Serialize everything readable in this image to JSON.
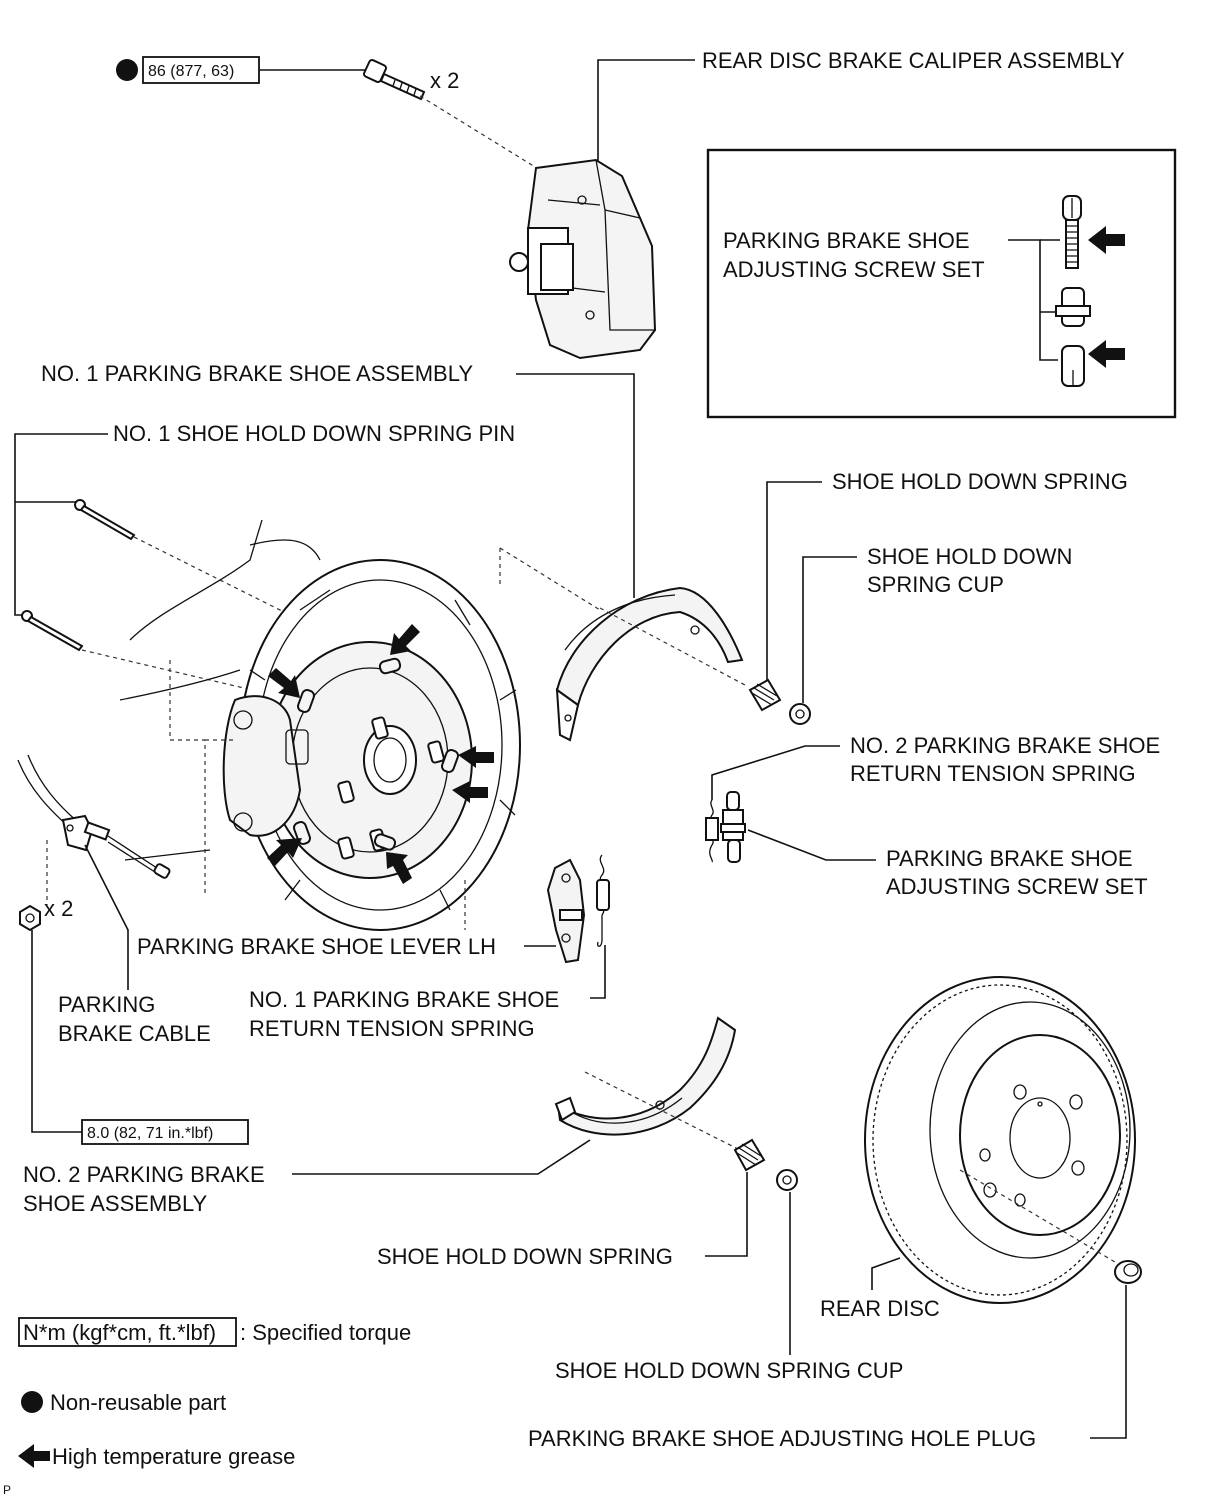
{
  "labels": {
    "caliper": "REAR DISC BRAKE CALIPER ASSEMBLY",
    "inset_screw_line1": "PARKING BRAKE SHOE",
    "inset_screw_line2": "ADJUSTING SCREW SET",
    "no1_shoe_assembly": "NO. 1 PARKING BRAKE SHOE ASSEMBLY",
    "no1_pin": "NO. 1 SHOE HOLD DOWN SPRING PIN",
    "hold_spring_top": "SHOE HOLD DOWN SPRING",
    "cup_top_line1": "SHOE HOLD DOWN",
    "cup_top_line2": "SPRING CUP",
    "no2_return_line1": "NO. 2 PARKING BRAKE SHOE",
    "no2_return_line2": "RETURN TENSION SPRING",
    "adj_screw_line1": "PARKING BRAKE SHOE",
    "adj_screw_line2": "ADJUSTING SCREW SET",
    "lever": "PARKING BRAKE SHOE LEVER LH",
    "cable_line1": "PARKING",
    "cable_line2": "BRAKE CABLE",
    "no1_return_line1": "NO. 1 PARKING BRAKE SHOE",
    "no1_return_line2": "RETURN TENSION SPRING",
    "no2_shoe_line1": "NO. 2 PARKING BRAKE",
    "no2_shoe_line2": "SHOE ASSEMBLY",
    "hold_spring_bottom": "SHOE HOLD DOWN SPRING",
    "rear_disc": "REAR DISC",
    "cup_bottom": "SHOE HOLD DOWN SPRING CUP",
    "hole_plug": "PARKING BRAKE SHOE ADJUSTING HOLE PLUG",
    "corner_mark": "P"
  },
  "torque": {
    "caliper_bolt": "86 (877, 63)",
    "cable_nut": "8.0 (82, 71 in.*lbf)"
  },
  "quantities": {
    "bolt_qty": "x 2",
    "nut_qty": "x 2"
  },
  "legend": {
    "torque_box": "N*m (kgf*cm, ft.*lbf)",
    "torque_text": ": Specified torque",
    "nonreusable": "Non-reusable part",
    "grease": "High temperature grease"
  },
  "icons": {
    "nonreusable": "filled-circle-icon",
    "grease": "left-arrow-icon"
  }
}
